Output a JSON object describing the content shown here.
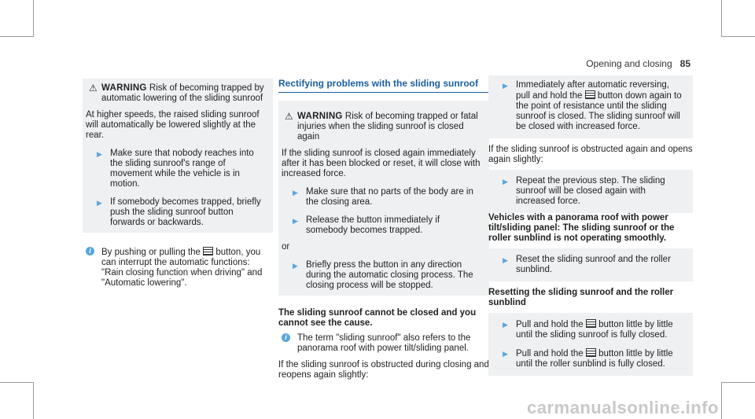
{
  "header": {
    "title": "Opening and closing",
    "page": "85"
  },
  "col1": {
    "warning_label": "WARNING",
    "warning_text": "Risk of becoming trapped by automatic lowering of the sliding sunroof",
    "para": "At higher speeds, the raised sliding sunroof will automatically be lowered slightly at the rear.",
    "steps": [
      "Make sure that nobody reaches into the sliding sunroof's range of movement while the vehicle is in motion.",
      "If somebody becomes trapped, briefly push the sliding sunroof button forwards or backwards."
    ],
    "note_prefix": "By pushing or pulling the",
    "note_suffix": "button, you can interrupt the automatic functions: \"Rain closing function when driving\" and \"Automatic lowering\"."
  },
  "col2": {
    "section_title": "Rectifying problems with the sliding sunroof",
    "warning_label": "WARNING",
    "warning_text": "Risk of becoming trapped or fatal injuries when the sliding sunroof is closed again",
    "warn_para": "If the sliding sunroof is closed again immediately after it has been blocked or reset, it will close with increased force.",
    "warn_steps": [
      "Make sure that no parts of the body are in the closing area.",
      "Release the button immediately if somebody becomes trapped."
    ],
    "or": "or",
    "warn_step3": "Briefly press the button in any direction during the automatic closing process. The closing process will be stopped.",
    "subhead": "The sliding sunroof cannot be closed and you cannot see the cause.",
    "note": "The term \"sliding sunroof\" also refers to the panorama roof with power tilt/sliding panel.",
    "para": "If the sliding sunroof is obstructed during closing and reopens again slightly:"
  },
  "col3": {
    "step1_prefix": "Immediately after automatic reversing, pull and hold the",
    "step1_suffix": "button down again to the point of resistance until the sliding sunroof is closed. The sliding sunroof will be closed with increased force.",
    "para": "If the sliding sunroof is obstructed again and opens again slightly:",
    "step2": "Repeat the previous step. The sliding sunroof will be closed again with increased force.",
    "bold_para": "Vehicles with a panorama roof with power tilt/sliding panel: The sliding sunroof or the roller sunblind is not operating smoothly.",
    "step3": "Reset the sliding sunroof and the roller sunblind.",
    "subhead": "Resetting the sliding sunroof and the roller sunblind",
    "step4_prefix": "Pull and hold the",
    "step4_suffix": "button little by little until the sliding sunroof is fully closed.",
    "step5_prefix": "Pull and hold the",
    "step5_suffix": "button little by little until the roller sunblind is fully closed."
  },
  "watermark": "carmanualsonline.info"
}
